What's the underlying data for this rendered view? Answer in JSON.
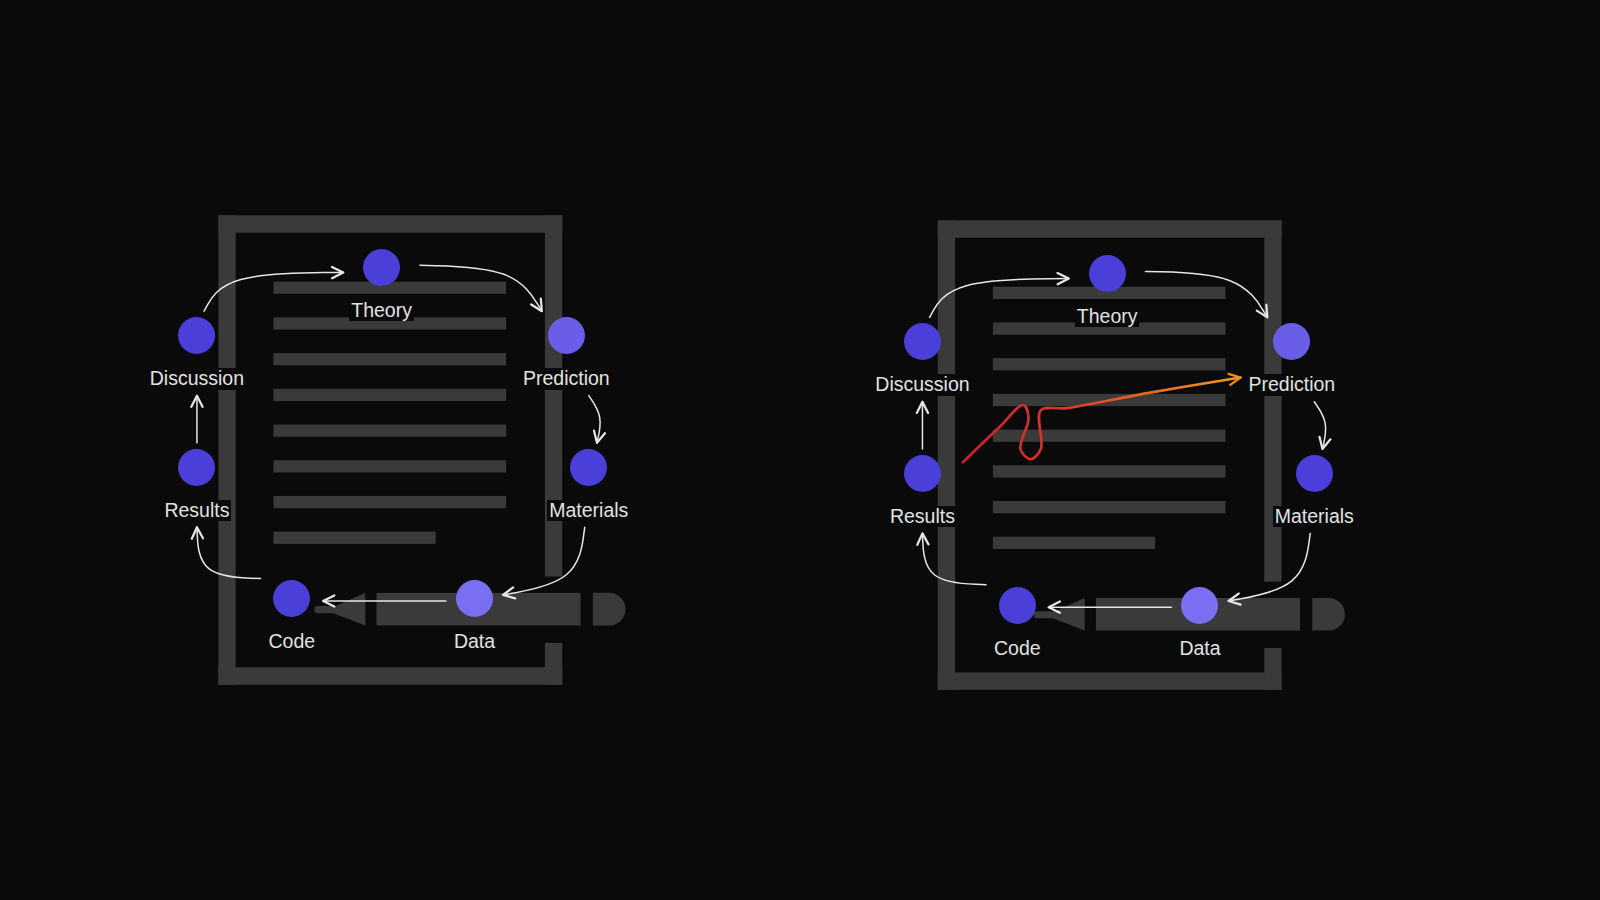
{
  "diagram": {
    "nodes": [
      {
        "text": [
          "Theory"
        ]
      },
      {
        "text": [
          "Prediction"
        ]
      },
      {
        "text": [
          "Materials"
        ]
      },
      {
        "text": [
          "Data"
        ]
      },
      {
        "text": [
          "Code"
        ]
      },
      {
        "text": [
          "Results"
        ]
      },
      {
        "text": [
          "Discussion"
        ]
      },
      {
        "text": [
          "Theory"
        ]
      },
      {
        "text": [
          "Prediction"
        ]
      },
      {
        "text": [
          "Materials"
        ]
      },
      {
        "text": [
          "Data"
        ]
      },
      {
        "text": [
          "Code"
        ]
      },
      {
        "text": [
          "Results"
        ]
      },
      {
        "text": [
          "Discussion"
        ]
      }
    ],
    "edges": [
      {
        "from": 0,
        "to": 1,
        "arrow": "to"
      },
      {
        "from": 1,
        "to": 2,
        "arrow": "to"
      },
      {
        "from": 2,
        "to": 3,
        "arrow": "to"
      },
      {
        "from": 3,
        "to": 4,
        "arrow": "to"
      },
      {
        "from": 4,
        "to": 5,
        "arrow": "to"
      },
      {
        "from": 5,
        "to": 6,
        "arrow": "to"
      },
      {
        "from": 6,
        "to": 0,
        "arrow": "to"
      },
      {
        "from": 7,
        "to": 8,
        "arrow": "to"
      },
      {
        "from": 8,
        "to": 9,
        "arrow": "to"
      },
      {
        "from": 9,
        "to": 10,
        "arrow": "to"
      },
      {
        "from": 10,
        "to": 11,
        "arrow": "to"
      },
      {
        "from": 11,
        "to": 12,
        "arrow": "to"
      },
      {
        "from": 12,
        "to": 13,
        "arrow": "to"
      },
      {
        "from": 13,
        "to": 7,
        "arrow": "to"
      },
      {
        "from": 12,
        "to": 8,
        "arrow": "to"
      }
    ]
  }
}
